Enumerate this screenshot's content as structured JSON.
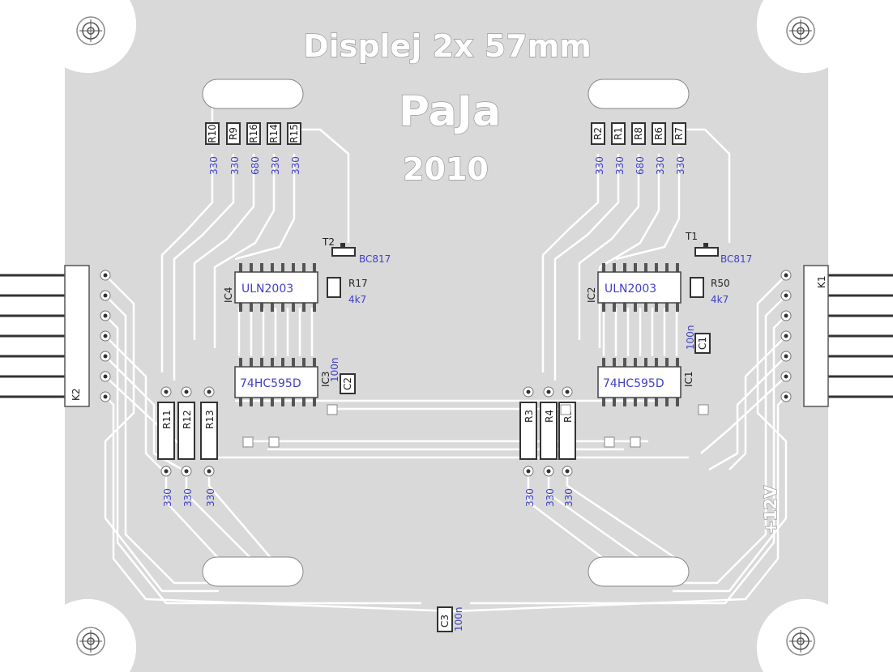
{
  "colors": {
    "board": "#d9d9d9",
    "copper": "#ffffff",
    "outline": "#8a8a8a",
    "body": "#4a4a4a",
    "label": "#4040c8"
  },
  "titles": {
    "line1": "Displej 2x 57mm",
    "line2": "PaJa",
    "line3": "2010"
  },
  "connectors": {
    "left": "K2",
    "right": "K1"
  },
  "power_label": "+12V",
  "chips": [
    {
      "ref": "IC4",
      "name": "ULN2003"
    },
    {
      "ref": "IC3",
      "name": "74HC595D"
    },
    {
      "ref": "IC2",
      "name": "ULN2003"
    },
    {
      "ref": "IC1",
      "name": "74HC595D"
    }
  ],
  "transistors": [
    {
      "ref": "T2",
      "type": "BC817"
    },
    {
      "ref": "T1",
      "type": "BC817"
    }
  ],
  "smd_resistors": [
    {
      "ref": "R17",
      "value": "4k7"
    },
    {
      "ref": "R50",
      "value": "4k7"
    }
  ],
  "top_left_resistors": [
    {
      "ref": "R10",
      "value": "330"
    },
    {
      "ref": "R9",
      "value": "330"
    },
    {
      "ref": "R16",
      "value": "680"
    },
    {
      "ref": "R14",
      "value": "330"
    },
    {
      "ref": "R15",
      "value": "330"
    }
  ],
  "top_right_resistors": [
    {
      "ref": "R2",
      "value": "330"
    },
    {
      "ref": "R1",
      "value": "330"
    },
    {
      "ref": "R8",
      "value": "680"
    },
    {
      "ref": "R6",
      "value": "330"
    },
    {
      "ref": "R7",
      "value": "330"
    }
  ],
  "bottom_left_resistors": [
    {
      "ref": "R11",
      "value": "330"
    },
    {
      "ref": "R12",
      "value": "330"
    },
    {
      "ref": "R13",
      "value": "330"
    }
  ],
  "bottom_right_resistors": [
    {
      "ref": "R3",
      "value": "330"
    },
    {
      "ref": "R4",
      "value": "330"
    },
    {
      "ref": "R5",
      "value": "330"
    }
  ],
  "capacitors": [
    {
      "ref": "C1",
      "value": "100n"
    },
    {
      "ref": "C2",
      "value": "100n"
    },
    {
      "ref": "C3",
      "value": "100n"
    }
  ],
  "icons": [
    "mounting-hole-icon"
  ]
}
